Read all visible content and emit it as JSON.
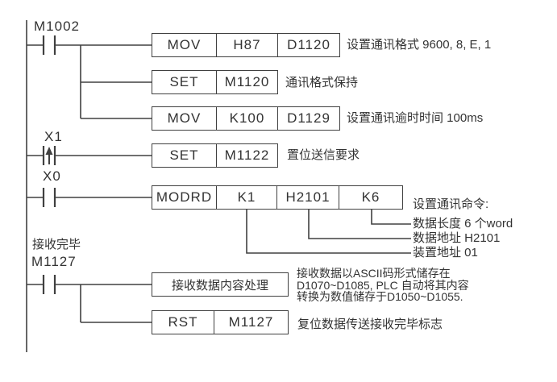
{
  "colors": {
    "line": "#404040",
    "text": "#333333",
    "background": "#ffffff"
  },
  "contacts": {
    "m1002": "M1002",
    "x1": "X1",
    "x0": "X0",
    "m1127_note": "接收完毕",
    "m1127": "M1127"
  },
  "instructions": {
    "row1": {
      "cells": [
        "MOV",
        "H87",
        "D1120"
      ]
    },
    "row2": {
      "cells": [
        "SET",
        "M1120"
      ]
    },
    "row3": {
      "cells": [
        "MOV",
        "K100",
        "D1129"
      ]
    },
    "row4": {
      "cells": [
        "SET",
        "M1122"
      ]
    },
    "modrd": {
      "cells": [
        "MODRD",
        "K1",
        "H2101",
        "K6"
      ]
    },
    "process": {
      "label": "接收数据内容处理"
    },
    "rst": {
      "cells": [
        "RST",
        "M1127"
      ]
    }
  },
  "comments": {
    "format": "设置通讯格式 9600, 8, E, 1",
    "format_hold": "通讯格式保持",
    "timeout": "设置通讯逾时时间 100ms",
    "send_request": "置位送信要求",
    "cmd_title": "设置通讯命令:",
    "cmd_length": "数据长度 6 个word",
    "cmd_data_addr": "数据地址 H2101",
    "cmd_device_addr": "装置地址 01",
    "ascii_line1": "接收数据以ASCII码形式储存在",
    "ascii_line2": "D1070~D1085, PLC 自动将其内容",
    "ascii_line3": "转换为数值储存于D1050~D1055.",
    "reset": "复位数据传送接收完毕标志"
  }
}
